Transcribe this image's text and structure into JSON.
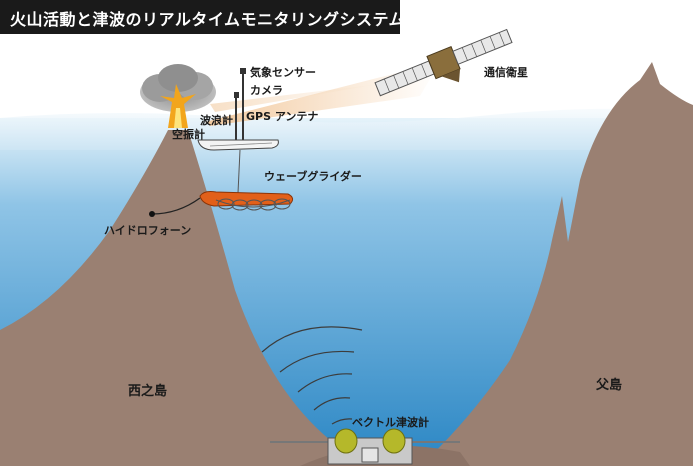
{
  "title": "火山活動と津波のリアルタイムモニタリングシステム",
  "labels": {
    "satellite": "通信衛星",
    "meteorological_sensor": "気象センサー",
    "camera": "カメラ",
    "wave_gauge": "波浪計",
    "air_vibration_meter": "空振計",
    "gps_antenna": "GPS アンテナ",
    "wave_glider": "ウェーブグライダー",
    "hydrophone": "ハイドロフォーン",
    "nishinoshima": "西之島",
    "chichijima": "父島",
    "vector_tsunami_meter": "ベクトル津波計"
  },
  "colors": {
    "title_background": "#1a1a1a",
    "ocean_surface": "#e3f1f9",
    "ocean_deep": "#2c8ac6",
    "mountain": "#9a8072",
    "eruption": "#f0a020",
    "glider_body": "#e0601a"
  }
}
